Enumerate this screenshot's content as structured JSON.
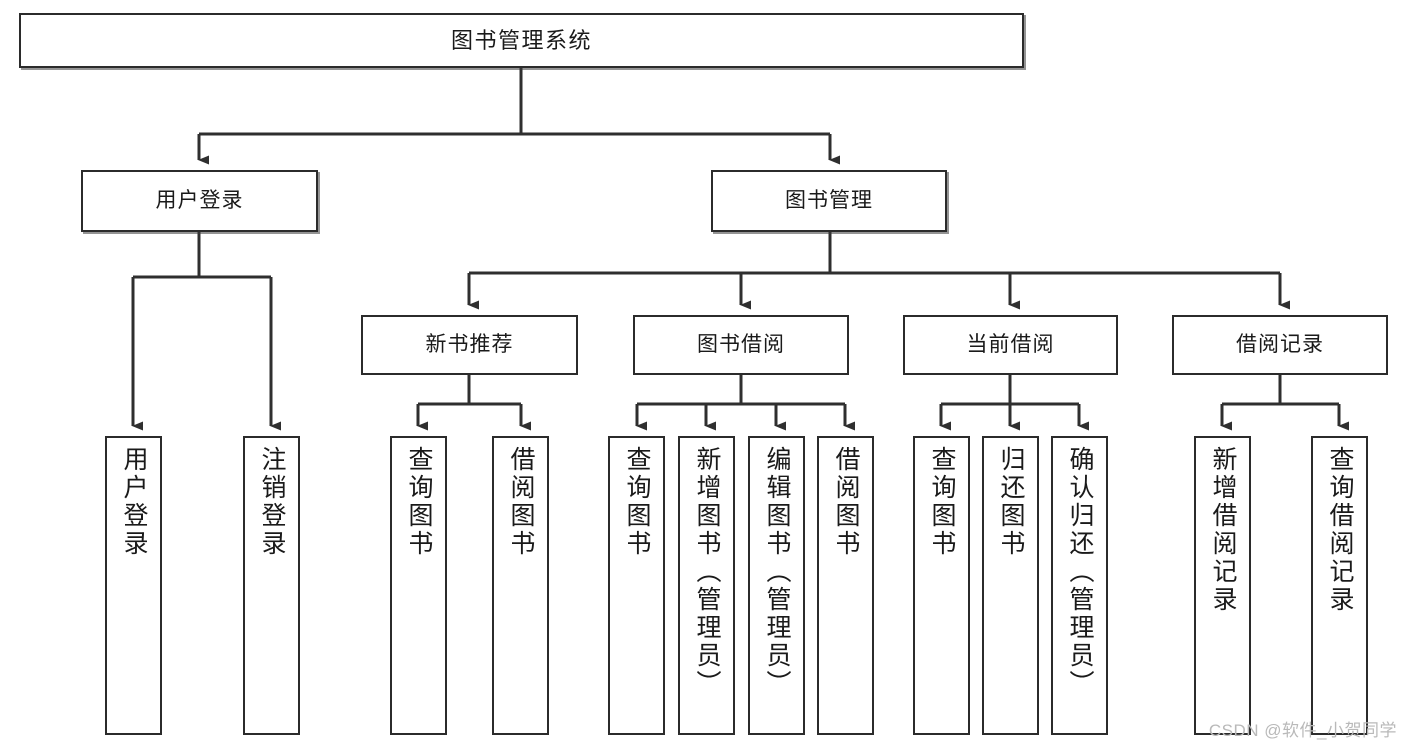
{
  "diagram": {
    "title": "图书管理系统",
    "type": "hierarchy-tree",
    "root": {
      "label": "图书管理系统"
    },
    "level2": [
      {
        "label": "用户登录"
      },
      {
        "label": "图书管理"
      }
    ],
    "level3": [
      {
        "label": "新书推荐"
      },
      {
        "label": "图书借阅"
      },
      {
        "label": "当前借阅"
      },
      {
        "label": "借阅记录"
      }
    ],
    "leaves": {
      "user_login": [
        {
          "label": "用户登录"
        },
        {
          "label": "注销登录"
        }
      ],
      "new_book_recommend": [
        {
          "label": "查询图书"
        },
        {
          "label": "借阅图书"
        }
      ],
      "book_borrow": [
        {
          "label": "查询图书"
        },
        {
          "label": "新增图书（管理员）"
        },
        {
          "label": "编辑图书（管理员）"
        },
        {
          "label": "借阅图书"
        }
      ],
      "current_borrow": [
        {
          "label": "查询图书"
        },
        {
          "label": "归还图书"
        },
        {
          "label": "确认归还（管理员）"
        }
      ],
      "borrow_record": [
        {
          "label": "新增借阅记录"
        },
        {
          "label": "查询借阅记录"
        }
      ]
    }
  },
  "watermark": {
    "text": "CSDN @软件_小贺同学"
  },
  "colors": {
    "border": "#2b2b2b",
    "background": "#ffffff",
    "text": "#1a1a1a",
    "connector": "#2f2f2f",
    "watermark": "#b9b9b9"
  }
}
